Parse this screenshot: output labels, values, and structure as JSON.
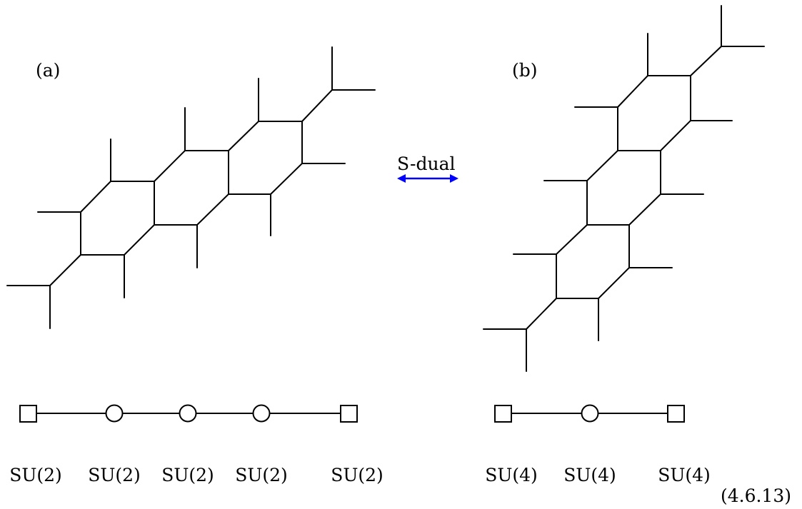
{
  "panel_a": {
    "label": "(a)",
    "quiver": {
      "nodes": [
        {
          "kind": "flavor",
          "group": "SU(2)"
        },
        {
          "kind": "gauge",
          "group": "SU(2)"
        },
        {
          "kind": "gauge",
          "group": "SU(2)"
        },
        {
          "kind": "gauge",
          "group": "SU(2)"
        },
        {
          "kind": "flavor",
          "group": "SU(2)"
        }
      ]
    }
  },
  "panel_b": {
    "label": "(b)",
    "quiver": {
      "nodes": [
        {
          "kind": "flavor",
          "group": "SU(4)"
        },
        {
          "kind": "gauge",
          "group": "SU(4)"
        },
        {
          "kind": "flavor",
          "group": "SU(4)"
        }
      ]
    }
  },
  "duality": {
    "label": "S-dual",
    "arrow_color": "#0000ff"
  },
  "equation_number": "(4.6.13)"
}
